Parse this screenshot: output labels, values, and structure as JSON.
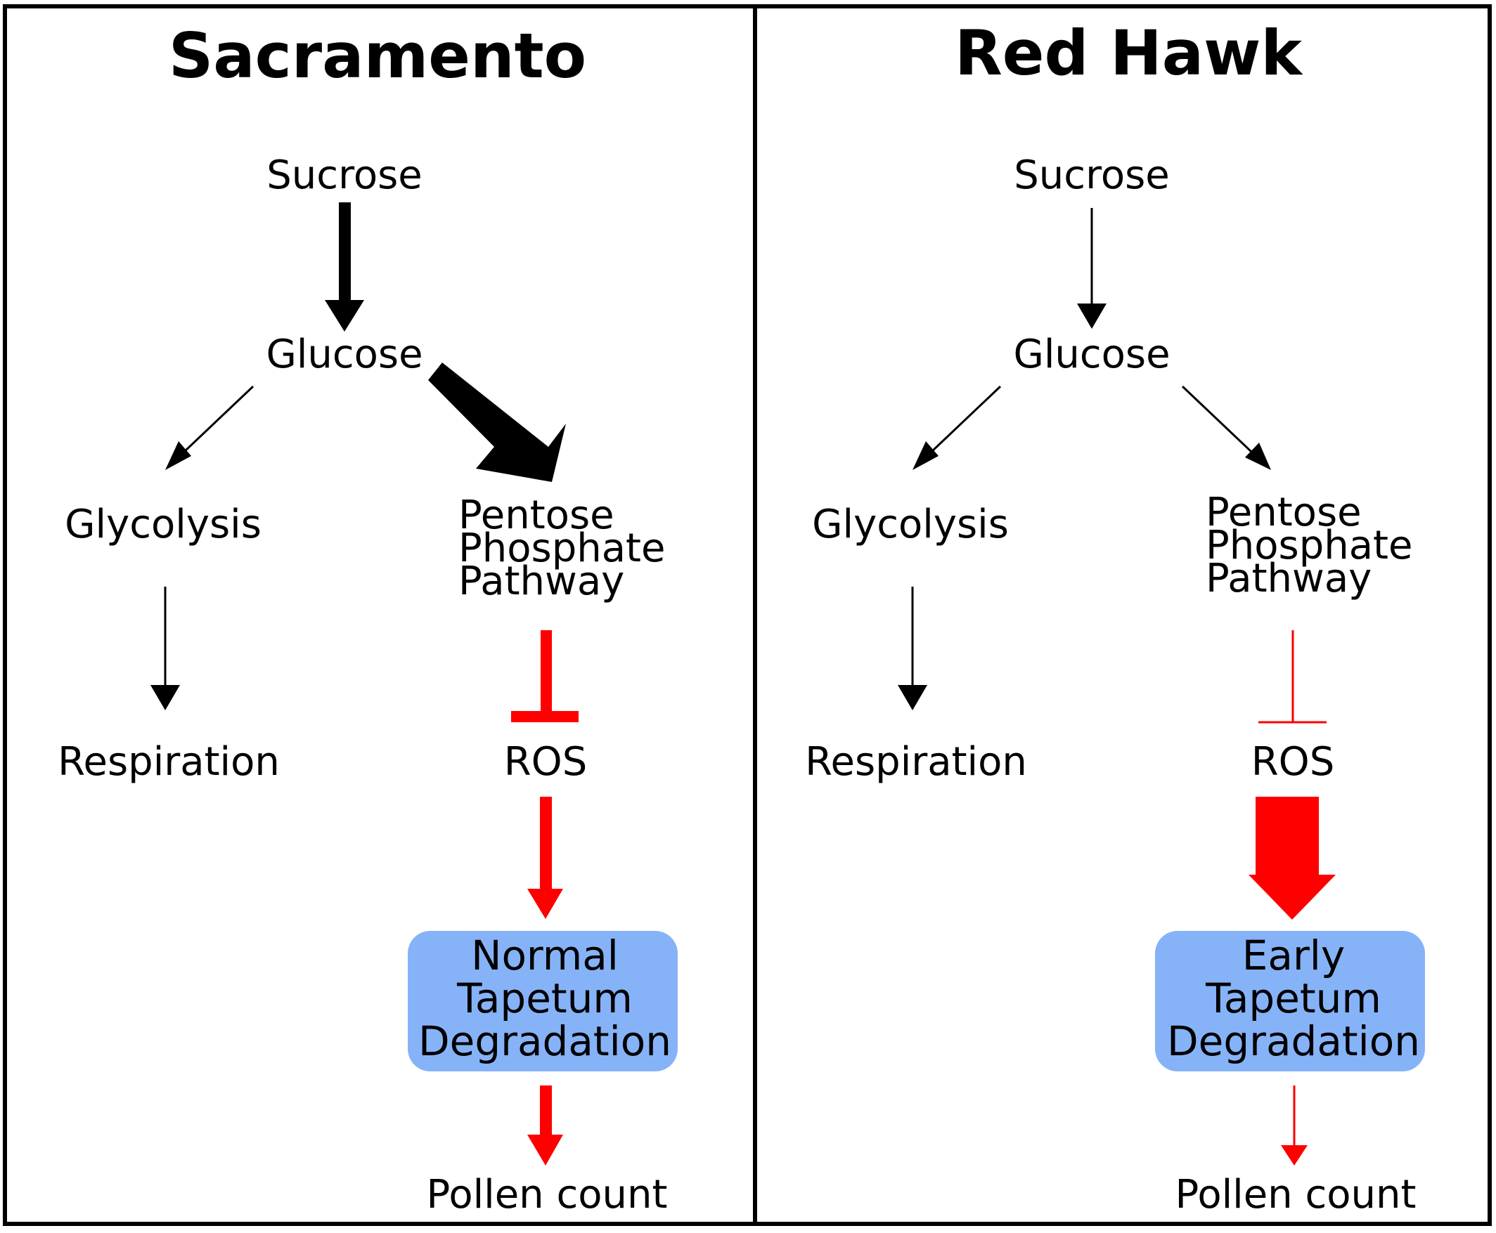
{
  "colors": {
    "inhibition": "#ff0000",
    "pathway": "#000000",
    "box_fill": "#86b3f8",
    "border": "#000000"
  },
  "panels": [
    {
      "title": "Sacramento",
      "sucrose": "Sucrose",
      "glucose": "Glucose",
      "glycolysis": "Glycolysis",
      "respiration": "Respiration",
      "ppp_line1": "Pentose",
      "ppp_line2": "Phosphate",
      "ppp_line3": "Pathway",
      "ros": "ROS",
      "box_line1": "Normal",
      "box_line2": "Tapetum",
      "box_line3": "Degradation",
      "pollen": "Pollen count",
      "arrow_strength": {
        "sucrose_to_glucose": "strong",
        "glucose_to_glycolysis": "weak",
        "glucose_to_ppp": "very-strong",
        "glycolysis_to_respiration": "weak",
        "ppp_inhibits_ros": "strong",
        "ros_to_degradation": "moderate",
        "degradation_to_pollen": "moderate"
      }
    },
    {
      "title": "Red Hawk",
      "sucrose": "Sucrose",
      "glucose": "Glucose",
      "glycolysis": "Glycolysis",
      "respiration": "Respiration",
      "ppp_line1": "Pentose",
      "ppp_line2": "Phosphate",
      "ppp_line3": "Pathway",
      "ros": "ROS",
      "box_line1": "Early",
      "box_line2": "Tapetum",
      "box_line3": "Degradation",
      "pollen": "Pollen count",
      "arrow_strength": {
        "sucrose_to_glucose": "weak",
        "glucose_to_glycolysis": "weak",
        "glucose_to_ppp": "weak",
        "glycolysis_to_respiration": "weak",
        "ppp_inhibits_ros": "weak",
        "ros_to_degradation": "very-strong",
        "degradation_to_pollen": "weak"
      }
    }
  ]
}
